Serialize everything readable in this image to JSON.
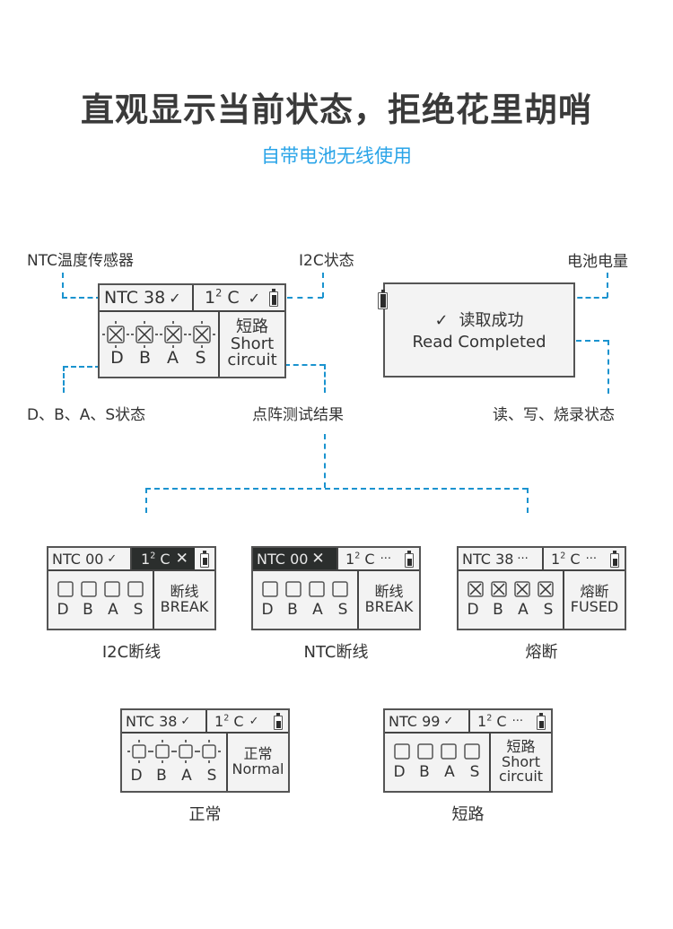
{
  "header": {
    "title": "直观显示当前状态，拒绝花里胡哨",
    "subtitle": "自带电池无线使用",
    "subtitle_color": "#2aa4e8"
  },
  "annotations": {
    "ntc_sensor": "NTC温度传感器",
    "i2c_status": "I2C状态",
    "dbas_status": "D、B、A、S状态",
    "dot_matrix_result": "点阵测试结果",
    "battery_level": "电池电量",
    "rw_burn_status": "读、写、烧录状态",
    "line_color": "#1a93cf"
  },
  "main_screen": {
    "ntc_label": "NTC 38",
    "ntc_mark": "✓",
    "i2c_label": "1",
    "i2c_sup": "2",
    "i2c_suffix": " C",
    "i2c_mark": "✓",
    "battery_icon": "battery-icon",
    "pins": [
      "D",
      "B",
      "A",
      "S"
    ],
    "pin_state": "crossed-connected",
    "result_cn": "短路",
    "result_en_1": "Short",
    "result_en_2": "circuit"
  },
  "read_screen": {
    "check": "✓",
    "status_cn": "读取成功",
    "status_en": "Read Completed",
    "battery_icon": "battery-icon"
  },
  "examples": [
    {
      "caption": "I2C断线",
      "ntc_label": "NTC 00",
      "ntc_mark": "✓",
      "ntc_dark": false,
      "i2c_mark": "✕",
      "i2c_dark": true,
      "pins": [
        "D",
        "B",
        "A",
        "S"
      ],
      "pin_state": "empty",
      "result_cn": "断线",
      "result_en": "BREAK"
    },
    {
      "caption": "NTC断线",
      "ntc_label": "NTC 00",
      "ntc_mark": "✕",
      "ntc_dark": true,
      "i2c_mark": "···",
      "i2c_dark": false,
      "pins": [
        "D",
        "B",
        "A",
        "S"
      ],
      "pin_state": "empty",
      "result_cn": "断线",
      "result_en": "BREAK"
    },
    {
      "caption": "熔断",
      "ntc_label": "NTC 38",
      "ntc_mark": "···",
      "ntc_dark": false,
      "i2c_mark": "···",
      "i2c_dark": false,
      "pins": [
        "D",
        "B",
        "A",
        "S"
      ],
      "pin_state": "crossed",
      "result_cn": "熔断",
      "result_en": "FUSED"
    },
    {
      "caption": "正常",
      "ntc_label": "NTC 38",
      "ntc_mark": "✓",
      "ntc_dark": false,
      "i2c_mark": "✓",
      "i2c_dark": false,
      "pins": [
        "D",
        "B",
        "A",
        "S"
      ],
      "pin_state": "connected",
      "result_cn": "正常",
      "result_en": "Normal"
    },
    {
      "caption": "短路",
      "ntc_label": "NTC 99",
      "ntc_mark": "✓",
      "ntc_dark": false,
      "i2c_mark": "···",
      "i2c_dark": false,
      "pins": [
        "D",
        "B",
        "A",
        "S"
      ],
      "pin_state": "empty",
      "result_cn": "短路",
      "result_en": "Short",
      "result_en_2": "circuit"
    }
  ],
  "i2c_common": {
    "base": "1",
    "sup": "2",
    "suffix": " C"
  }
}
